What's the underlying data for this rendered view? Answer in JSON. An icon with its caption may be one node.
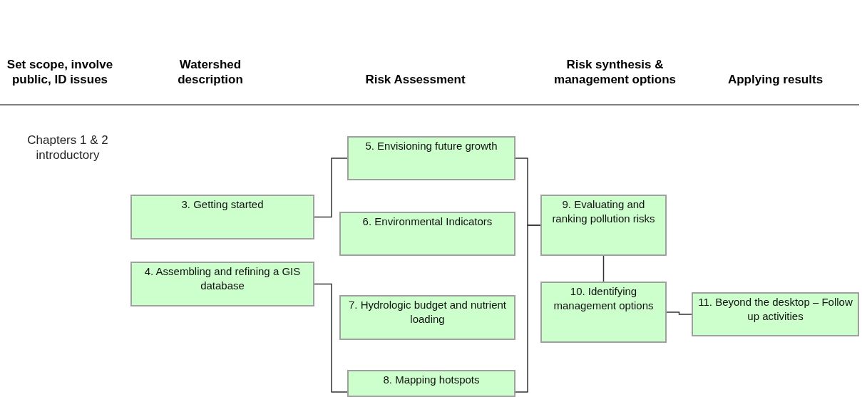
{
  "diagram": {
    "nodes": [
      {
        "text": [
          "3. Getting started"
        ]
      },
      {
        "text": [
          "4. Assembling and refining a GIS database"
        ]
      },
      {
        "text": [
          "5. Envisioning future growth"
        ]
      },
      {
        "text": [
          "6. Environmental Indicators"
        ]
      },
      {
        "text": [
          "7. Hydrologic budget and nutrient loading"
        ]
      },
      {
        "text": [
          "8. Mapping hotspots"
        ]
      },
      {
        "text": [
          "9. Evaluating and ranking pollution risks"
        ]
      },
      {
        "text": [
          "10. Identifying management options"
        ]
      },
      {
        "text": [
          "11. Beyond the desktop – Follow up activities"
        ]
      }
    ],
    "edges": [
      {
        "from": 0,
        "to": 2,
        "arrow": "none"
      },
      {
        "from": 1,
        "to": 5,
        "arrow": "none"
      },
      {
        "from": 2,
        "to": 6,
        "arrow": "none"
      },
      {
        "from": 5,
        "to": 6,
        "arrow": "none"
      },
      {
        "from": 6,
        "to": 7,
        "arrow": "none"
      },
      {
        "from": 7,
        "to": 8,
        "arrow": "none"
      }
    ],
    "labels": [
      "Set scope, involve public, ID issues",
      "Watershed description",
      "Risk Assessment",
      "Risk synthesis & management options",
      "Applying results",
      "Chapters 1 & 2 introductory"
    ]
  }
}
